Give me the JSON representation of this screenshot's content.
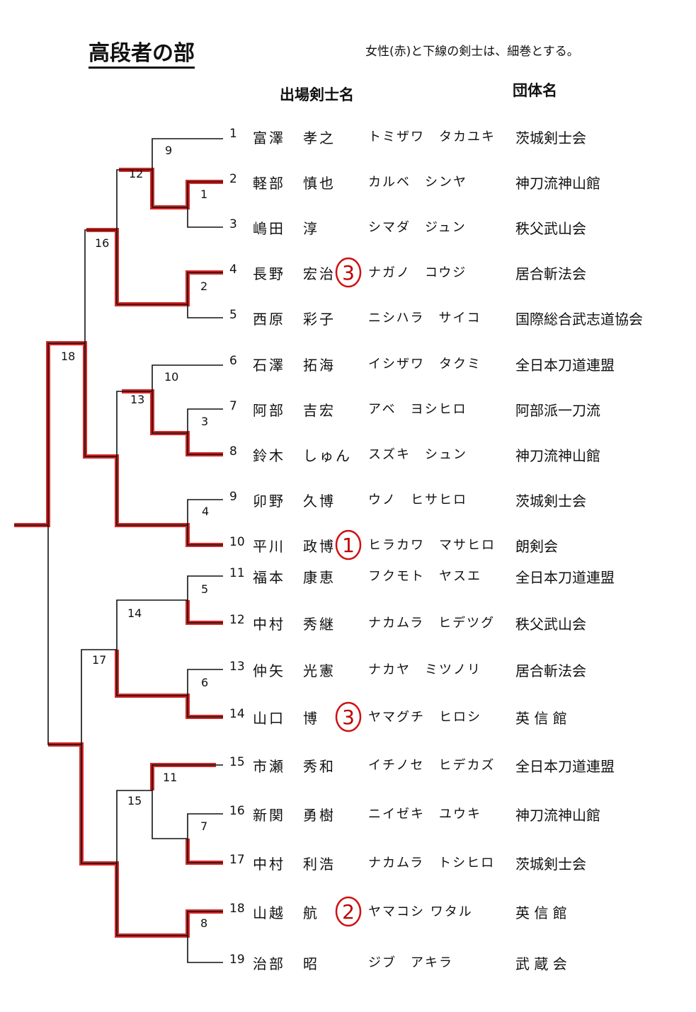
{
  "title": "高段者の部",
  "note": "女性(赤)と下線の剣士は、細巻とする。",
  "headers": {
    "name": "出場剣士名",
    "group": "団体名"
  },
  "accent_color": "#d11010",
  "entrants": [
    {
      "no": "1",
      "surname": "富澤",
      "given": "孝之",
      "kana": "トミザワ　タカユキ",
      "group": "茨城剣士会"
    },
    {
      "no": "2",
      "surname": "軽部",
      "given": "慎也",
      "kana": "カルベ　シンヤ",
      "group": "神刀流神山館"
    },
    {
      "no": "3",
      "surname": "嶋田",
      "given": "淳",
      "kana": "シマダ　ジュン",
      "group": "秩父武山会"
    },
    {
      "no": "4",
      "surname": "長野",
      "given": "宏治",
      "kana": "ナガノ　コウジ",
      "group": "居合斬法会",
      "place": "3"
    },
    {
      "no": "5",
      "surname": "西原",
      "given": "彩子",
      "kana": "ニシハラ　サイコ",
      "group": "国際総合武志道協会"
    },
    {
      "no": "6",
      "surname": "石澤",
      "given": "拓海",
      "kana": "イシザワ　タクミ",
      "group": "全日本刀道連盟"
    },
    {
      "no": "7",
      "surname": "阿部",
      "given": "吉宏",
      "kana": "アベ　ヨシヒロ",
      "group": "阿部派一刀流"
    },
    {
      "no": "8",
      "surname": "鈴木",
      "given": "しゅん",
      "kana": "スズキ　シュン",
      "group": "神刀流神山館"
    },
    {
      "no": "9",
      "surname": "卯野",
      "given": "久博",
      "kana": "ウノ　ヒサヒロ",
      "group": "茨城剣士会"
    },
    {
      "no": "10",
      "surname": "平川",
      "given": "政博",
      "kana": "ヒラカワ　マサヒロ",
      "group": "朗剣会",
      "place": "1"
    },
    {
      "no": "11",
      "surname": "福本",
      "given": "康恵",
      "kana": "フクモト　ヤスエ",
      "group": "全日本刀道連盟"
    },
    {
      "no": "12",
      "surname": "中村",
      "given": "秀継",
      "kana": "ナカムラ　ヒデツグ",
      "group": "秩父武山会"
    },
    {
      "no": "13",
      "surname": "仲矢",
      "given": "光憲",
      "kana": "ナカヤ　ミツノリ",
      "group": "居合斬法会"
    },
    {
      "no": "14",
      "surname": "山口",
      "given": "博",
      "kana": "ヤマグチ　ヒロシ",
      "group": "英 信 館",
      "place": "3"
    },
    {
      "no": "15",
      "surname": "市瀬",
      "given": "秀和",
      "kana": "イチノセ　ヒデカズ",
      "group": "全日本刀道連盟"
    },
    {
      "no": "16",
      "surname": "新関",
      "given": "勇樹",
      "kana": "ニイゼキ　ユウキ",
      "group": "神刀流神山館"
    },
    {
      "no": "17",
      "surname": "中村",
      "given": "利浩",
      "kana": "ナカムラ　トシヒロ",
      "group": "茨城剣士会"
    },
    {
      "no": "18",
      "surname": "山越",
      "given": "航",
      "kana": "ヤマコシ ワタル",
      "group": "英 信 館",
      "place": "2"
    },
    {
      "no": "19",
      "surname": "治部",
      "given": "昭",
      "kana": "ジブ　アキラ",
      "group": "武 蔵 会"
    }
  ],
  "match_numbers": [
    "1",
    "2",
    "3",
    "4",
    "5",
    "6",
    "7",
    "8",
    "9",
    "10",
    "11",
    "12",
    "13",
    "14",
    "15",
    "16",
    "17",
    "18"
  ]
}
